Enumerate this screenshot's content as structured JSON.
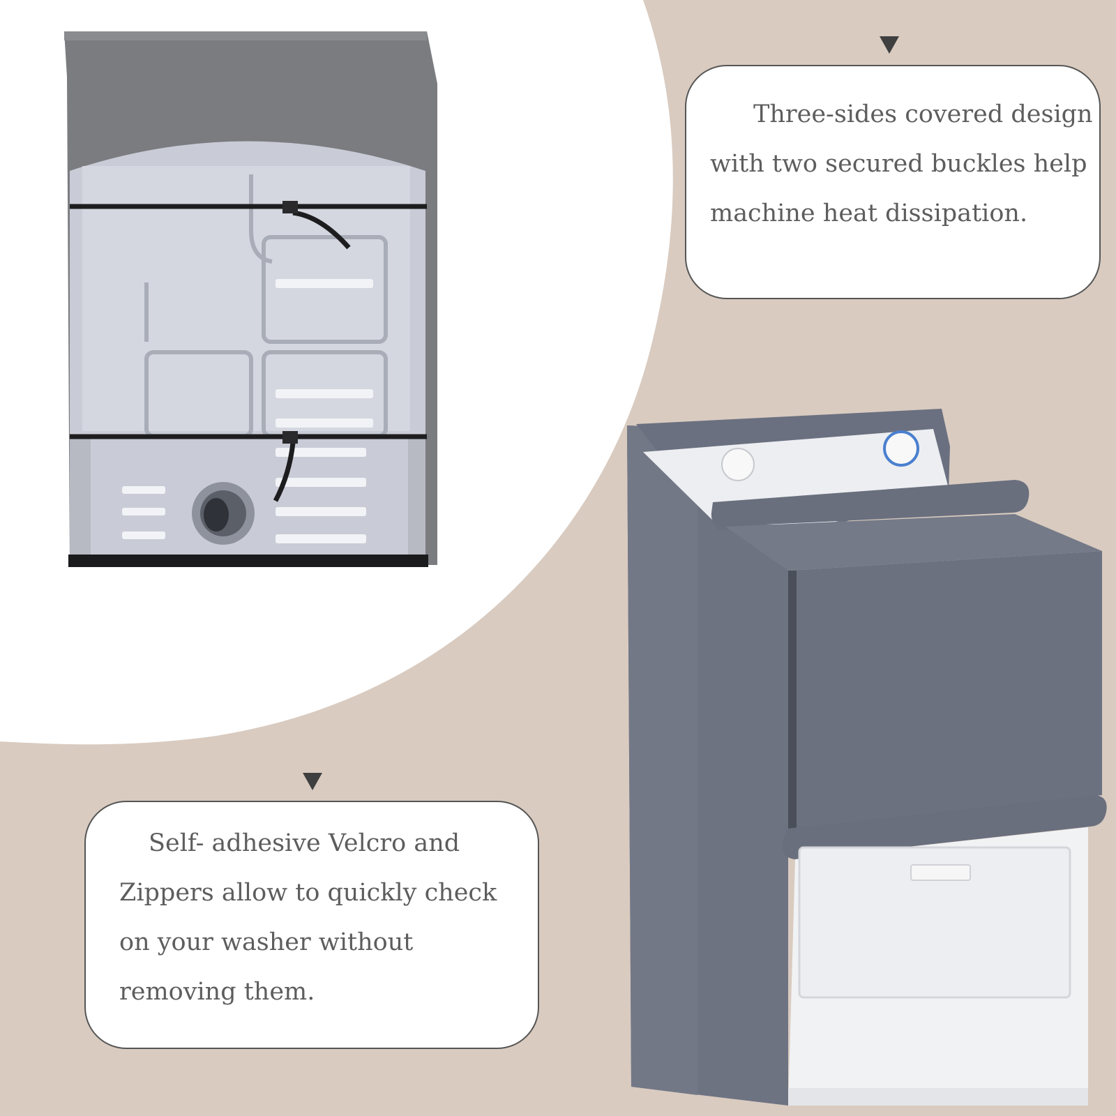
{
  "colors": {
    "background_beige": "#d9cbc0",
    "white_panel": "#ffffff",
    "cover_gray": "#6e7382",
    "text_gray": "#5d5d5d",
    "arrow": "#3f3f3f"
  },
  "callouts": {
    "top": {
      "lines": [
        "Three-sides covered design",
        "with two secured buckles help",
        "machine heat dissipation."
      ]
    },
    "bottom": {
      "lines": [
        "Self- adhesive Velcro and",
        "Zippers allow to quickly check",
        "on your washer without",
        "removing them."
      ]
    }
  },
  "photos": {
    "back_view": "photo of back of covered washer showing buckled straps",
    "front_view": "photo of front of gray washer cover with zippered panels"
  }
}
